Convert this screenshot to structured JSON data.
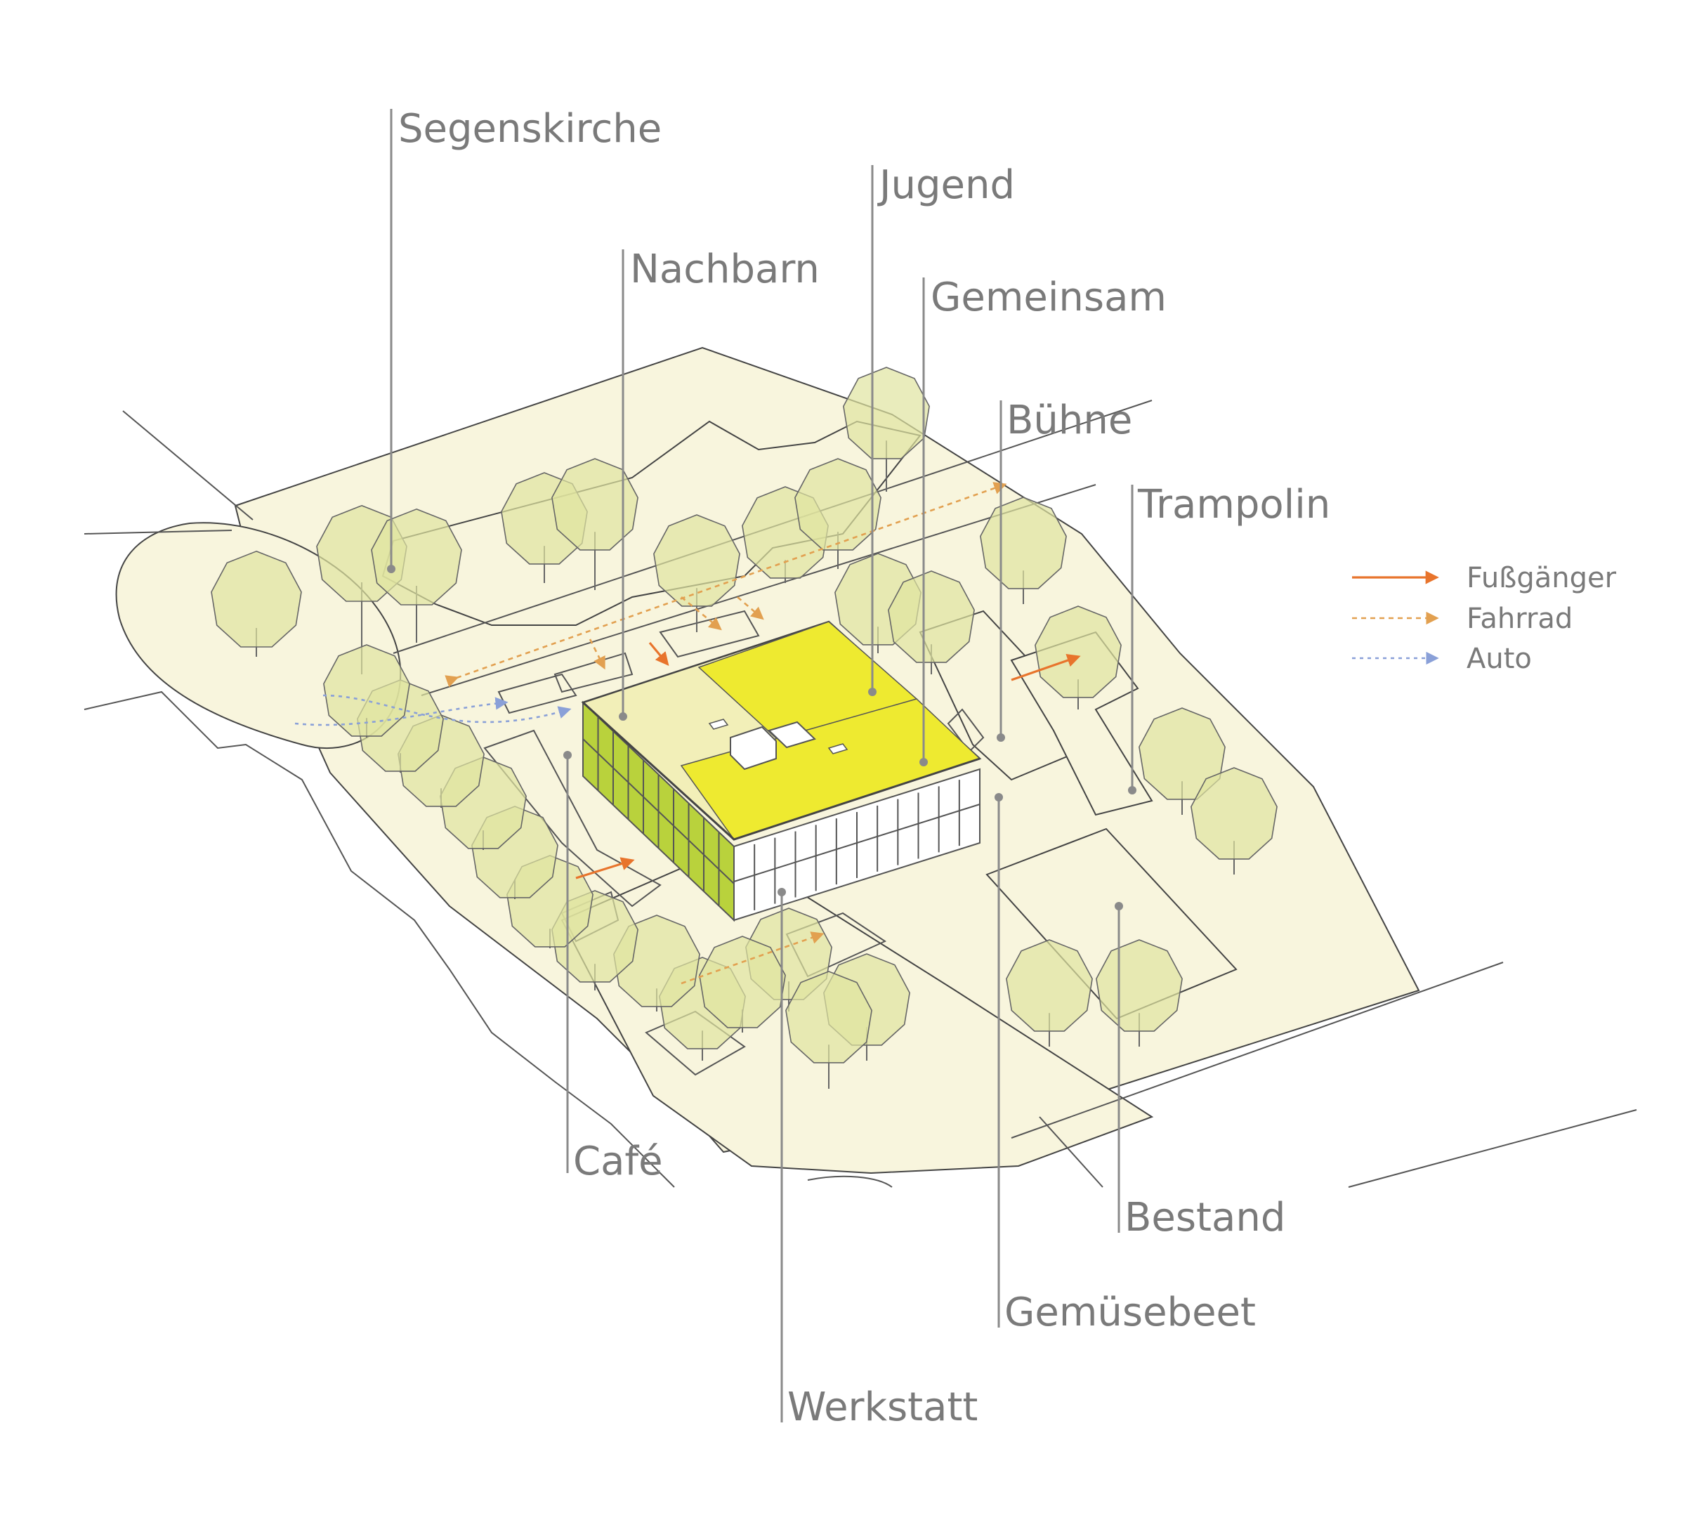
{
  "labels": [
    {
      "id": "segenskirche",
      "text": "Segenskirche"
    },
    {
      "id": "jugend",
      "text": "Jugend"
    },
    {
      "id": "nachbarn",
      "text": "Nachbarn"
    },
    {
      "id": "gemeinsam",
      "text": "Gemeinsam"
    },
    {
      "id": "buehne",
      "text": "Bühne"
    },
    {
      "id": "trampolin",
      "text": "Trampolin"
    },
    {
      "id": "cafe",
      "text": "Café"
    },
    {
      "id": "bestand",
      "text": "Bestand"
    },
    {
      "id": "gemuesebeet",
      "text": "Gemüsebeet"
    },
    {
      "id": "werkstatt",
      "text": "Werkstatt"
    }
  ],
  "legend": {
    "fussgaenger": "Fußgänger",
    "fahrrad": "Fahrrad",
    "auto": "Auto"
  },
  "colors": {
    "pedestrian": "#e8742c",
    "bicycle": "#e2a050",
    "car": "#8aa0d8",
    "roof_yellow": "#eeea30",
    "roof_pale": "#f2efb8",
    "facade_green": "#b9d23c",
    "ground": "#f8f5dd",
    "tree": "#e0e4a0",
    "label_gray": "#7a7a7a"
  }
}
